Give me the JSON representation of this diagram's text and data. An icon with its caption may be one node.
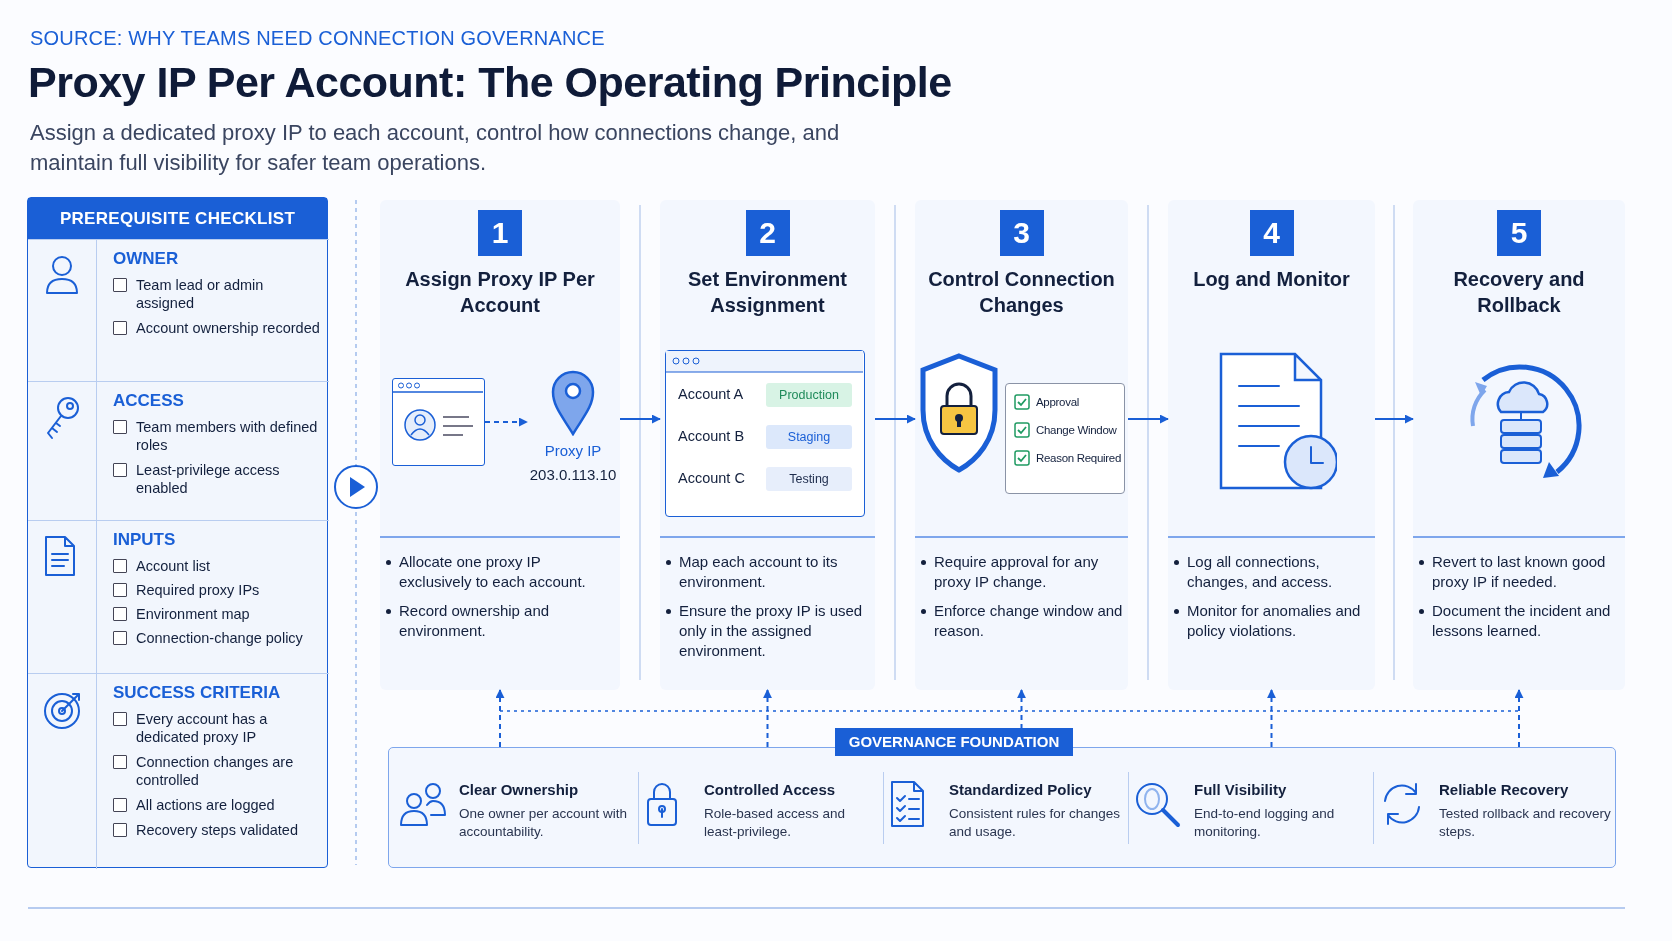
{
  "diagram": {
    "title": "Proxy IP Per Account: The Operating Principle",
    "caption": "Assign a dedicated proxy IP to each account, control how connections change, and maintain full visibility for safer team operations.",
    "nodes": [
      {
        "text": [
          "PREREQUISITE CHECKLIST"
        ]
      },
      {
        "text": [
          "OWNER",
          "Team lead or admin assigned",
          "Account ownership recorded"
        ],
        "in": 0
      },
      {
        "text": [
          "ACCESS",
          "Team members with defined roles",
          "Least-privilege access enabled"
        ],
        "in": 0
      },
      {
        "text": [
          "INPUTS",
          "Account list",
          "Required proxy IPs",
          "Environment map",
          "Connection-change policy"
        ],
        "in": 0
      },
      {
        "text": [
          "SUCCESS CRITERIA",
          "Every account has a dedicated proxy IP",
          "Connection changes are controlled",
          "All actions are logged",
          "Recovery steps validated"
        ],
        "in": 0
      },
      {
        "text": [
          "1",
          "Assign Proxy IP Per Account",
          "Allocate one proxy IP exclusively to each account.",
          "Record ownership and environment."
        ]
      },
      {
        "text": [],
        "shape": "box",
        "in": 5
      },
      {
        "text": [
          "Proxy IP",
          "203.0.113.10"
        ],
        "in": 5
      },
      {
        "text": [
          "2",
          "Set Environment Assignment",
          "Map each account to its environment.",
          "Ensure the proxy IP is used only in the assigned environment."
        ]
      },
      {
        "text": [
          "Account A",
          "Production",
          "Account B",
          "Staging",
          "Account C",
          "Testing"
        ],
        "in": 8
      },
      {
        "text": [
          "3",
          "Control Connection Changes",
          "Require approval for any proxy IP change.",
          "Enforce change window and reason."
        ]
      },
      {
        "text": [
          "Approval",
          "Change Window",
          "Reason Required"
        ],
        "in": 10
      },
      {
        "text": [
          "4",
          "Log and Monitor",
          "Log all connections, changes, and access.",
          "Monitor for anomalies and policy violations."
        ]
      },
      {
        "text": [
          "5",
          "Recovery and Rollback",
          "Revert to last known good proxy IP if needed.",
          "Document the incident and lessons learned."
        ]
      },
      {
        "text": [
          "GOVERNANCE FOUNDATION"
        ]
      },
      {
        "text": [
          "Clear Ownership",
          "One owner per account with accountability."
        ],
        "in": 14
      },
      {
        "text": [
          "Controlled Access",
          "Role-based access and least-privilege."
        ],
        "in": 14
      },
      {
        "text": [
          "Standardized Policy",
          "Consistent rules for changes and usage."
        ],
        "in": 14
      },
      {
        "text": [
          "Full Visibility",
          "End-to-end logging and monitoring."
        ],
        "in": 14
      },
      {
        "text": [
          "Reliable Recovery",
          "Tested rollback and recovery steps."
        ],
        "in": 14
      }
    ],
    "edges": [
      {
        "from": 6,
        "to": 7,
        "arrow": "to",
        "style": "dashed"
      },
      {
        "from": 5,
        "to": 8,
        "arrow": "to"
      },
      {
        "from": 8,
        "to": 10,
        "arrow": "to"
      },
      {
        "from": 10,
        "to": 12,
        "arrow": "to"
      },
      {
        "from": 12,
        "to": 13,
        "arrow": "to"
      },
      {
        "from": 14,
        "to": 5,
        "arrow": "to",
        "style": "dashed"
      },
      {
        "from": 14,
        "to": 8,
        "arrow": "to",
        "style": "dashed"
      },
      {
        "from": 14,
        "to": 10,
        "arrow": "to",
        "style": "dashed"
      },
      {
        "from": 14,
        "to": 12,
        "arrow": "to",
        "style": "dashed"
      },
      {
        "from": 14,
        "to": 13,
        "arrow": "to",
        "style": "dashed"
      }
    ],
    "labels": [
      "SOURCE: WHY TEAMS NEED CONNECTION GOVERNANCE"
    ]
  }
}
